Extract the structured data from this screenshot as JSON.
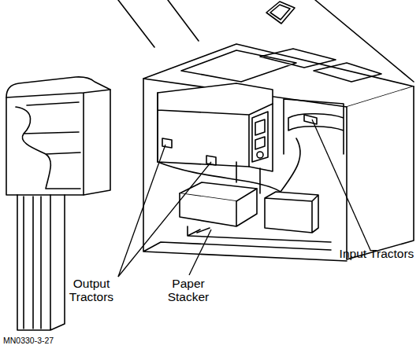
{
  "diagram": {
    "labels": [
      "Output Tractors",
      "Paper Stacker",
      "Input Tractors",
      "MN0330-3-27"
    ]
  }
}
